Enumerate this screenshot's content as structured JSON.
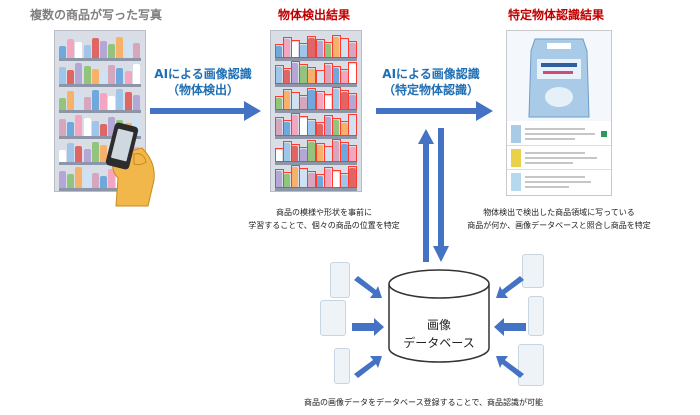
{
  "headings": {
    "original": "複数の商品が写った写真",
    "detection": "物体検出結果",
    "recognition": "特定物体認識結果"
  },
  "arrow1": {
    "line1": "AIによる画像認識",
    "line2": "（物体検出）"
  },
  "arrow2": {
    "line1": "AIによる画像認識",
    "line2": "（特定物体認識）"
  },
  "captions": {
    "detection_line1": "商品の模様や形状を事前に",
    "detection_line2": "学習することで、個々の商品の位置を特定",
    "recognition_line1": "物体検出で検出した商品領域に写っている",
    "recognition_line2": "商品が何か、画像データベースと照合し商品を特定",
    "bottom": "商品の画像データをデータベース登録することで、商品認識が可能"
  },
  "database": {
    "line1": "画像",
    "line2": "データベース"
  },
  "colors": {
    "arrow": "#4472c4",
    "heading_red": "#c00000",
    "heading_gray": "#7f7f7f",
    "detection_box": "#ff3b30",
    "hand": "#f2b74a"
  }
}
